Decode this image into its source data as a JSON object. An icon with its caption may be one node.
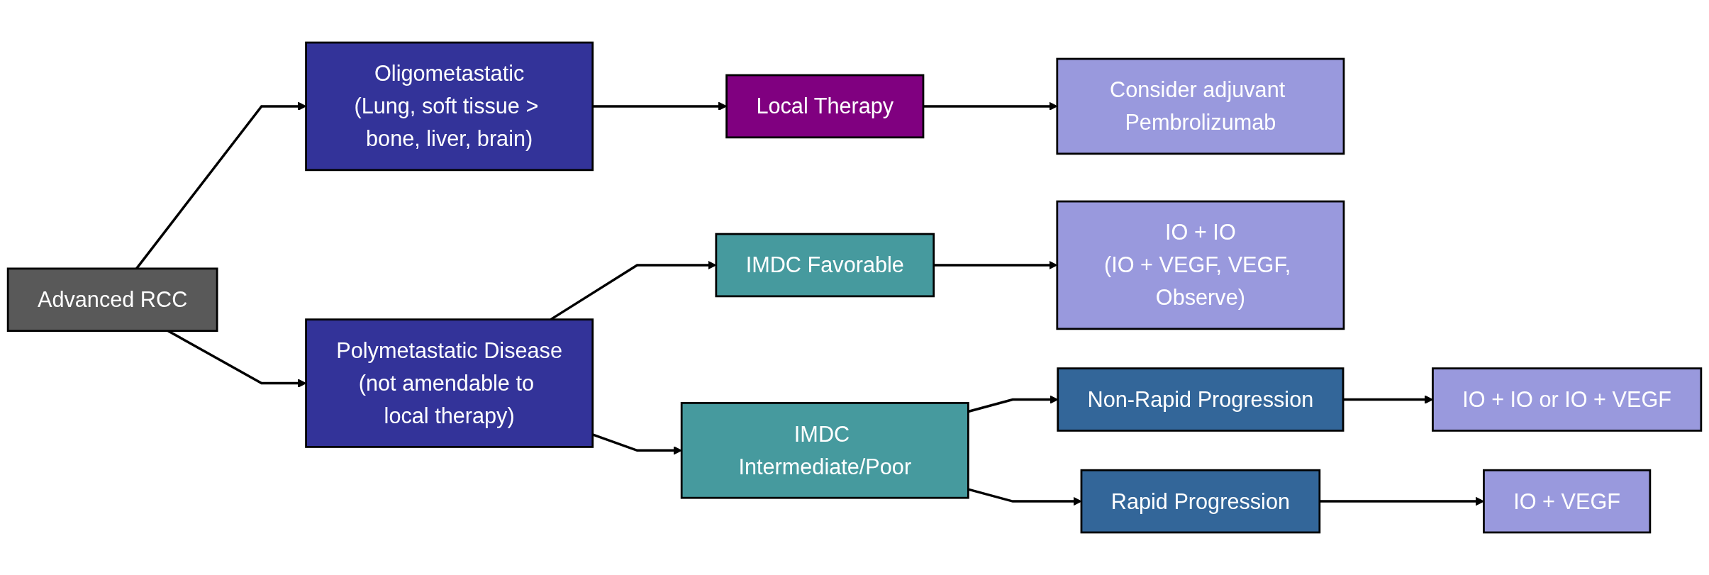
{
  "diagram": {
    "nodes": [
      {
        "text": [
          "Advanced RCC"
        ]
      },
      {
        "text": [
          "Oligometastatic",
          "(Lung, soft tissue > bone, liver, brain)"
        ]
      },
      {
        "text": [
          "Polymetastatic Disease",
          "(not amendable to local therapy)"
        ]
      },
      {
        "text": [
          "Local Therapy"
        ]
      },
      {
        "text": [
          "IMDC Favorable"
        ]
      },
      {
        "text": [
          "IMDC Intermediate/Poor"
        ]
      },
      {
        "text": [
          "Consider adjuvant Pembrolizumab"
        ]
      },
      {
        "text": [
          "IO + IO",
          "(IO + VEGF, VEGF, Observe)"
        ]
      },
      {
        "text": [
          "Non-Rapid Progression"
        ]
      },
      {
        "text": [
          "Rapid Progression"
        ]
      },
      {
        "text": [
          "IO + IO or IO + VEGF"
        ]
      },
      {
        "text": [
          "IO + VEGF"
        ]
      }
    ],
    "edges": [
      {
        "from": 0,
        "to": 1,
        "arrow": "to"
      },
      {
        "from": 0,
        "to": 2,
        "arrow": "to"
      },
      {
        "from": 1,
        "to": 3,
        "arrow": "to"
      },
      {
        "from": 3,
        "to": 6,
        "arrow": "to"
      },
      {
        "from": 2,
        "to": 4,
        "arrow": "to"
      },
      {
        "from": 2,
        "to": 5,
        "arrow": "to"
      },
      {
        "from": 4,
        "to": 7,
        "arrow": "to"
      },
      {
        "from": 5,
        "to": 8,
        "arrow": "to"
      },
      {
        "from": 5,
        "to": 9,
        "arrow": "to"
      },
      {
        "from": 8,
        "to": 10,
        "arrow": "to"
      },
      {
        "from": 9,
        "to": 11,
        "arrow": "to"
      }
    ]
  }
}
